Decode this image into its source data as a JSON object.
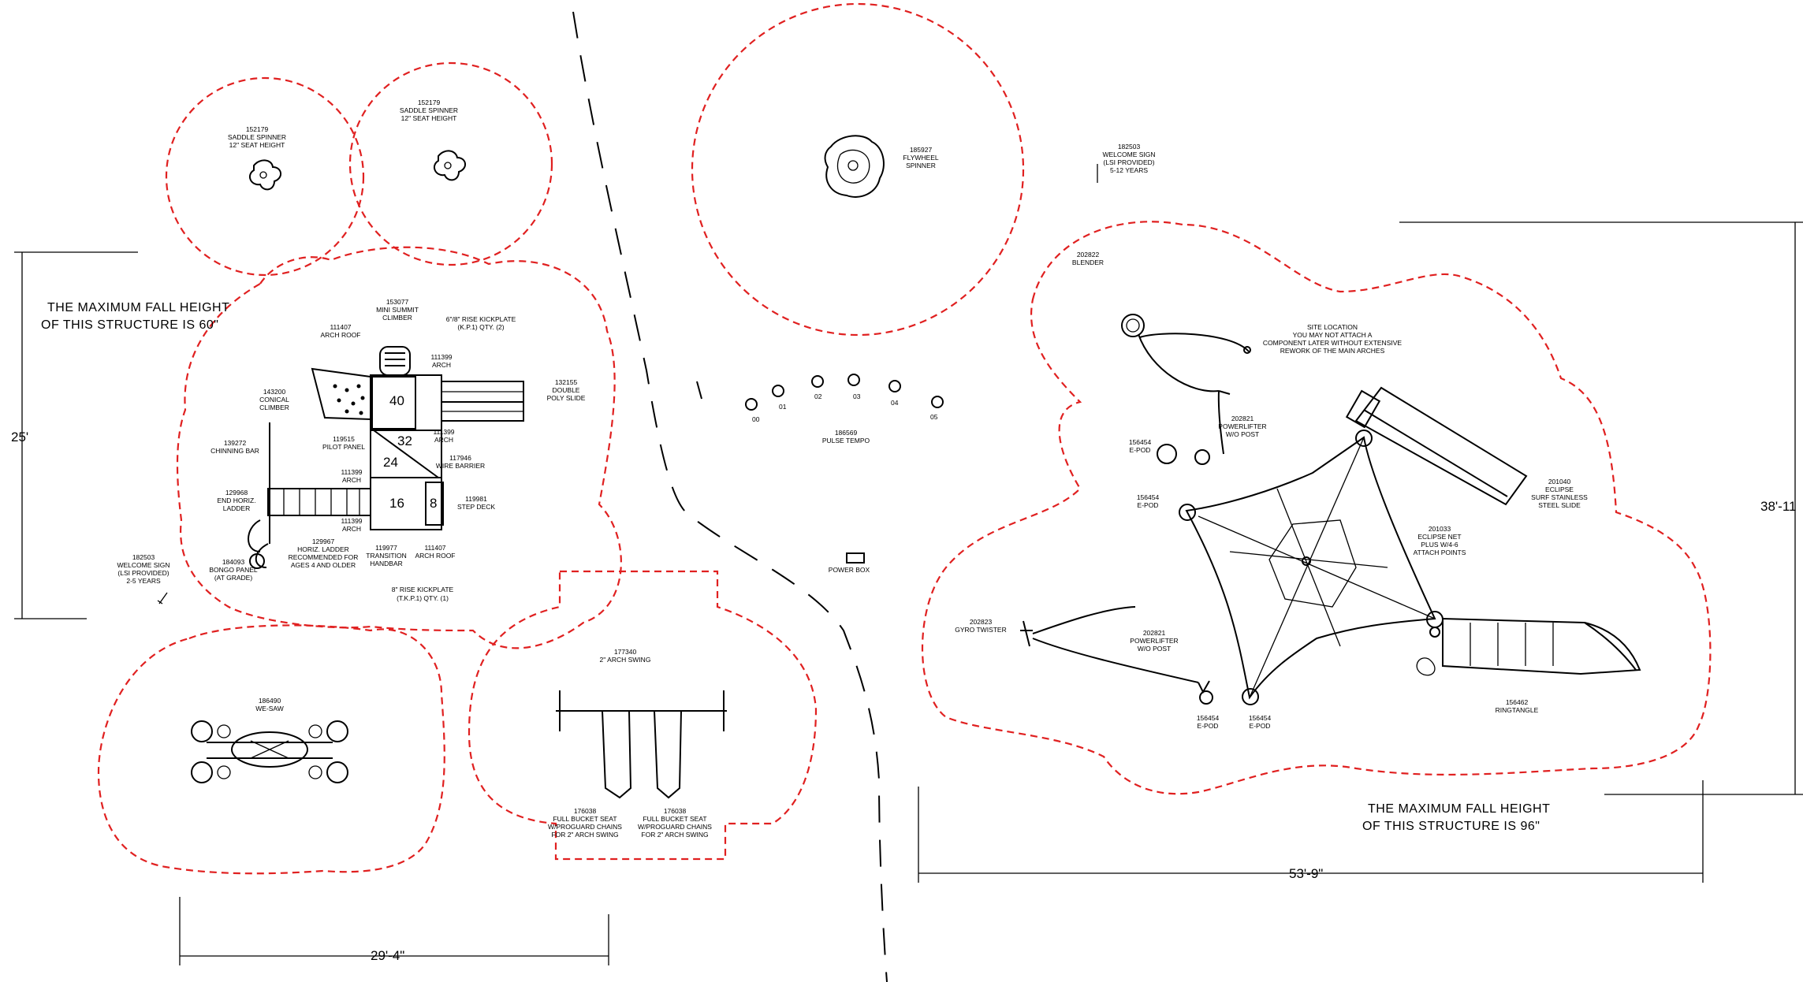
{
  "notes": {
    "fall_height_left": [
      "THE MAXIMUM FALL HEIGHT",
      "OF THIS STRUCTURE IS 60\""
    ],
    "fall_height_right": [
      "THE MAXIMUM FALL HEIGHT",
      "OF THIS STRUCTURE IS 96\""
    ]
  },
  "dimensions": {
    "left_height": "25'",
    "left_width": "29'-4\"",
    "right_width": "53'-9\"",
    "right_height": "38'-11"
  },
  "left_structure": {
    "saddle_spinner_a": [
      "152179",
      "SADDLE SPINNER",
      "12\" SEAT HEIGHT"
    ],
    "saddle_spinner_b": [
      "152179",
      "SADDLE SPINNER",
      "12\" SEAT HEIGHT"
    ],
    "mini_summit": [
      "153077",
      "MINI SUMMIT",
      "CLIMBER"
    ],
    "arch_roof_top": [
      "111407",
      "ARCH ROOF"
    ],
    "kickplate_top": [
      "6\"/8\" RISE KICKPLATE",
      "(K.P.1) QTY. (2)"
    ],
    "arch_a": [
      "111399",
      "ARCH"
    ],
    "poly_slide": [
      "132155",
      "DOUBLE",
      "POLY SLIDE"
    ],
    "conical_climber": [
      "143200",
      "CONICAL",
      "CLIMBER"
    ],
    "chinning_bar": [
      "139272",
      "CHINNING BAR"
    ],
    "pilot_panel": [
      "119515",
      "PILOT PANEL"
    ],
    "arch_b": [
      "111399",
      "ARCH"
    ],
    "wire_barrier": [
      "117946",
      "WIRE BARRIER"
    ],
    "arch_c": [
      "111399",
      "ARCH"
    ],
    "end_ladder": [
      "129968",
      "END HORIZ.",
      "LADDER"
    ],
    "step_deck": [
      "119981",
      "STEP DECK"
    ],
    "arch_d": [
      "111399",
      "ARCH"
    ],
    "horiz_ladder": [
      "129967",
      "HORIZ. LADDER",
      "RECOMMENDED FOR",
      "AGES 4 AND OLDER"
    ],
    "transition_handbar": [
      "119977",
      "TRANSITION",
      "HANDBAR"
    ],
    "arch_roof_bottom": [
      "111407",
      "ARCH ROOF"
    ],
    "bongo_panel": [
      "184093",
      "BONGO PANEL",
      "(AT GRADE)"
    ],
    "welcome_sign": [
      "182503",
      "WELCOME SIGN",
      "(LSI PROVIDED)",
      "2-5 YEARS"
    ],
    "kickplate_bottom": [
      "8\" RISE KICKPLATE",
      "(T.K.P.1) QTY. (1)"
    ],
    "deck_heights": [
      "40",
      "32",
      "24",
      "16",
      "8"
    ],
    "we_saw": [
      "186490",
      "WE-SAW"
    ],
    "arch_swing": [
      "177340",
      "2\" ARCH SWING"
    ],
    "bucket_seat_a": [
      "176038",
      "FULL BUCKET SEAT",
      "W/PROGUARD CHAINS",
      "FOR 2\" ARCH SWING"
    ],
    "bucket_seat_b": [
      "176038",
      "FULL BUCKET SEAT",
      "W/PROGUARD CHAINS",
      "FOR 2\" ARCH SWING"
    ]
  },
  "center": {
    "flywheel": [
      "185927",
      "FLYWHEEL",
      "SPINNER"
    ],
    "pulse_tempo": [
      "186569",
      "PULSE TEMPO"
    ],
    "pulse_numbers": [
      "00",
      "01",
      "02",
      "03",
      "04",
      "05"
    ],
    "power_box": [
      "POWER BOX"
    ]
  },
  "right_structure": {
    "welcome_sign": [
      "182503",
      "WELCOME SIGN",
      "(LSI PROVIDED)",
      "5-12 YEARS"
    ],
    "blender": [
      "202822",
      "BLENDER"
    ],
    "site_location": [
      "SITE LOCATION",
      "YOU MAY NOT ATTACH A",
      "COMPONENT LATER WITHOUT EXTENSIVE",
      "REWORK OF THE MAIN ARCHES"
    ],
    "epod_a": [
      "156454",
      "E-POD"
    ],
    "powerlifter_a": [
      "202821",
      "POWERLIFTER",
      "W/O POST"
    ],
    "epod_b": [
      "156454",
      "E-POD"
    ],
    "surf_slide": [
      "201040",
      "ECLIPSE",
      "SURF STAINLESS",
      "STEEL SLIDE"
    ],
    "eclipse_net": [
      "201033",
      "ECLIPSE NET",
      "PLUS W/4-6",
      "ATTACH POINTS"
    ],
    "gyro_twister": [
      "202823",
      "GYRO TWISTER"
    ],
    "powerlifter_b": [
      "202821",
      "POWERLIFTER",
      "W/O POST"
    ],
    "epod_c": [
      "156454",
      "E-POD"
    ],
    "epod_d": [
      "156454",
      "E-POD"
    ],
    "ringtangle": [
      "156462",
      "RINGTANGLE"
    ]
  }
}
